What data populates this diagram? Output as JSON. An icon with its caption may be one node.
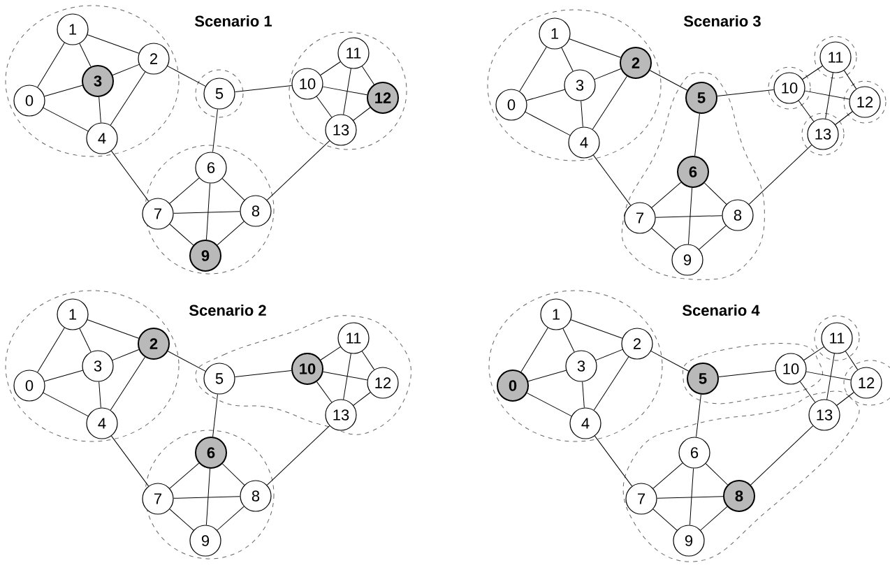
{
  "diagram": {
    "nodes": [
      {
        "text": [
          "0"
        ]
      },
      {
        "text": [
          "1"
        ]
      },
      {
        "text": [
          "2"
        ]
      },
      {
        "text": [
          "3"
        ]
      },
      {
        "text": [
          "4"
        ]
      },
      {
        "text": [
          "5"
        ]
      },
      {
        "text": [
          "6"
        ]
      },
      {
        "text": [
          "7"
        ]
      },
      {
        "text": [
          "8"
        ]
      },
      {
        "text": [
          "9"
        ]
      },
      {
        "text": [
          "10"
        ]
      },
      {
        "text": [
          "11"
        ]
      },
      {
        "text": [
          "12"
        ]
      },
      {
        "text": [
          "13"
        ]
      },
      {
        "text": [
          "0"
        ]
      },
      {
        "text": [
          "1"
        ]
      },
      {
        "text": [
          "2"
        ]
      },
      {
        "text": [
          "3"
        ]
      },
      {
        "text": [
          "4"
        ]
      },
      {
        "text": [
          "5"
        ]
      },
      {
        "text": [
          "6"
        ]
      },
      {
        "text": [
          "7"
        ]
      },
      {
        "text": [
          "8"
        ]
      },
      {
        "text": [
          "9"
        ]
      },
      {
        "text": [
          "10"
        ]
      },
      {
        "text": [
          "11"
        ]
      },
      {
        "text": [
          "12"
        ]
      },
      {
        "text": [
          "13"
        ]
      },
      {
        "text": [
          "0"
        ]
      },
      {
        "text": [
          "1"
        ]
      },
      {
        "text": [
          "2"
        ]
      },
      {
        "text": [
          "3"
        ]
      },
      {
        "text": [
          "4"
        ]
      },
      {
        "text": [
          "5"
        ]
      },
      {
        "text": [
          "6"
        ]
      },
      {
        "text": [
          "7"
        ]
      },
      {
        "text": [
          "8"
        ]
      },
      {
        "text": [
          "9"
        ]
      },
      {
        "text": [
          "10"
        ]
      },
      {
        "text": [
          "11"
        ]
      },
      {
        "text": [
          "12"
        ]
      },
      {
        "text": [
          "13"
        ]
      },
      {
        "text": [
          "0"
        ]
      },
      {
        "text": [
          "1"
        ]
      },
      {
        "text": [
          "2"
        ]
      },
      {
        "text": [
          "3"
        ]
      },
      {
        "text": [
          "4"
        ]
      },
      {
        "text": [
          "5"
        ]
      },
      {
        "text": [
          "6"
        ]
      },
      {
        "text": [
          "7"
        ]
      },
      {
        "text": [
          "8"
        ]
      },
      {
        "text": [
          "9"
        ]
      },
      {
        "text": [
          "10"
        ]
      },
      {
        "text": [
          "11"
        ]
      },
      {
        "text": [
          "12"
        ]
      },
      {
        "text": [
          "13"
        ]
      }
    ],
    "edges": [
      {
        "from": 0,
        "to": 1,
        "arrow": "none"
      },
      {
        "from": 0,
        "to": 3,
        "arrow": "none"
      },
      {
        "from": 0,
        "to": 4,
        "arrow": "none"
      },
      {
        "from": 1,
        "to": 3,
        "arrow": "none"
      },
      {
        "from": 1,
        "to": 2,
        "arrow": "none"
      },
      {
        "from": 2,
        "to": 3,
        "arrow": "none"
      },
      {
        "from": 2,
        "to": 4,
        "arrow": "none"
      },
      {
        "from": 3,
        "to": 4,
        "arrow": "none"
      },
      {
        "from": 2,
        "to": 5,
        "arrow": "none"
      },
      {
        "from": 4,
        "to": 7,
        "arrow": "none"
      },
      {
        "from": 5,
        "to": 6,
        "arrow": "none"
      },
      {
        "from": 5,
        "to": 10,
        "arrow": "none"
      },
      {
        "from": 6,
        "to": 7,
        "arrow": "none"
      },
      {
        "from": 6,
        "to": 8,
        "arrow": "none"
      },
      {
        "from": 6,
        "to": 9,
        "arrow": "none"
      },
      {
        "from": 7,
        "to": 8,
        "arrow": "none"
      },
      {
        "from": 7,
        "to": 9,
        "arrow": "none"
      },
      {
        "from": 8,
        "to": 9,
        "arrow": "none"
      },
      {
        "from": 8,
        "to": 13,
        "arrow": "none"
      },
      {
        "from": 10,
        "to": 11,
        "arrow": "none"
      },
      {
        "from": 10,
        "to": 12,
        "arrow": "none"
      },
      {
        "from": 10,
        "to": 13,
        "arrow": "none"
      },
      {
        "from": 11,
        "to": 12,
        "arrow": "none"
      },
      {
        "from": 11,
        "to": 13,
        "arrow": "none"
      },
      {
        "from": 12,
        "to": 13,
        "arrow": "none"
      },
      {
        "from": 14,
        "to": 15,
        "arrow": "none"
      },
      {
        "from": 14,
        "to": 17,
        "arrow": "none"
      },
      {
        "from": 14,
        "to": 18,
        "arrow": "none"
      },
      {
        "from": 15,
        "to": 17,
        "arrow": "none"
      },
      {
        "from": 15,
        "to": 16,
        "arrow": "none"
      },
      {
        "from": 16,
        "to": 17,
        "arrow": "none"
      },
      {
        "from": 16,
        "to": 18,
        "arrow": "none"
      },
      {
        "from": 17,
        "to": 18,
        "arrow": "none"
      },
      {
        "from": 16,
        "to": 19,
        "arrow": "none"
      },
      {
        "from": 18,
        "to": 21,
        "arrow": "none"
      },
      {
        "from": 19,
        "to": 20,
        "arrow": "none"
      },
      {
        "from": 19,
        "to": 24,
        "arrow": "none"
      },
      {
        "from": 20,
        "to": 21,
        "arrow": "none"
      },
      {
        "from": 20,
        "to": 22,
        "arrow": "none"
      },
      {
        "from": 20,
        "to": 23,
        "arrow": "none"
      },
      {
        "from": 21,
        "to": 22,
        "arrow": "none"
      },
      {
        "from": 21,
        "to": 23,
        "arrow": "none"
      },
      {
        "from": 22,
        "to": 23,
        "arrow": "none"
      },
      {
        "from": 22,
        "to": 27,
        "arrow": "none"
      },
      {
        "from": 24,
        "to": 25,
        "arrow": "none"
      },
      {
        "from": 24,
        "to": 26,
        "arrow": "none"
      },
      {
        "from": 24,
        "to": 27,
        "arrow": "none"
      },
      {
        "from": 25,
        "to": 26,
        "arrow": "none"
      },
      {
        "from": 25,
        "to": 27,
        "arrow": "none"
      },
      {
        "from": 26,
        "to": 27,
        "arrow": "none"
      },
      {
        "from": 28,
        "to": 29,
        "arrow": "none"
      },
      {
        "from": 28,
        "to": 31,
        "arrow": "none"
      },
      {
        "from": 28,
        "to": 32,
        "arrow": "none"
      },
      {
        "from": 29,
        "to": 31,
        "arrow": "none"
      },
      {
        "from": 29,
        "to": 30,
        "arrow": "none"
      },
      {
        "from": 30,
        "to": 31,
        "arrow": "none"
      },
      {
        "from": 30,
        "to": 32,
        "arrow": "none"
      },
      {
        "from": 31,
        "to": 32,
        "arrow": "none"
      },
      {
        "from": 30,
        "to": 33,
        "arrow": "none"
      },
      {
        "from": 32,
        "to": 35,
        "arrow": "none"
      },
      {
        "from": 33,
        "to": 34,
        "arrow": "none"
      },
      {
        "from": 33,
        "to": 38,
        "arrow": "none"
      },
      {
        "from": 34,
        "to": 35,
        "arrow": "none"
      },
      {
        "from": 34,
        "to": 36,
        "arrow": "none"
      },
      {
        "from": 34,
        "to": 37,
        "arrow": "none"
      },
      {
        "from": 35,
        "to": 36,
        "arrow": "none"
      },
      {
        "from": 35,
        "to": 37,
        "arrow": "none"
      },
      {
        "from": 36,
        "to": 37,
        "arrow": "none"
      },
      {
        "from": 36,
        "to": 41,
        "arrow": "none"
      },
      {
        "from": 38,
        "to": 39,
        "arrow": "none"
      },
      {
        "from": 38,
        "to": 40,
        "arrow": "none"
      },
      {
        "from": 38,
        "to": 41,
        "arrow": "none"
      },
      {
        "from": 39,
        "to": 40,
        "arrow": "none"
      },
      {
        "from": 39,
        "to": 41,
        "arrow": "none"
      },
      {
        "from": 40,
        "to": 41,
        "arrow": "none"
      },
      {
        "from": 42,
        "to": 43,
        "arrow": "none"
      },
      {
        "from": 42,
        "to": 45,
        "arrow": "none"
      },
      {
        "from": 42,
        "to": 46,
        "arrow": "none"
      },
      {
        "from": 43,
        "to": 45,
        "arrow": "none"
      },
      {
        "from": 43,
        "to": 44,
        "arrow": "none"
      },
      {
        "from": 44,
        "to": 45,
        "arrow": "none"
      },
      {
        "from": 44,
        "to": 46,
        "arrow": "none"
      },
      {
        "from": 45,
        "to": 46,
        "arrow": "none"
      },
      {
        "from": 44,
        "to": 47,
        "arrow": "none"
      },
      {
        "from": 46,
        "to": 49,
        "arrow": "none"
      },
      {
        "from": 47,
        "to": 48,
        "arrow": "none"
      },
      {
        "from": 47,
        "to": 52,
        "arrow": "none"
      },
      {
        "from": 48,
        "to": 49,
        "arrow": "none"
      },
      {
        "from": 48,
        "to": 50,
        "arrow": "none"
      },
      {
        "from": 48,
        "to": 51,
        "arrow": "none"
      },
      {
        "from": 49,
        "to": 50,
        "arrow": "none"
      },
      {
        "from": 49,
        "to": 51,
        "arrow": "none"
      },
      {
        "from": 50,
        "to": 51,
        "arrow": "none"
      },
      {
        "from": 50,
        "to": 55,
        "arrow": "none"
      },
      {
        "from": 52,
        "to": 53,
        "arrow": "none"
      },
      {
        "from": 52,
        "to": 54,
        "arrow": "none"
      },
      {
        "from": 52,
        "to": 55,
        "arrow": "none"
      },
      {
        "from": 53,
        "to": 54,
        "arrow": "none"
      },
      {
        "from": 53,
        "to": 55,
        "arrow": "none"
      },
      {
        "from": 54,
        "to": 55,
        "arrow": "none"
      }
    ],
    "labels": [
      "Scenario 1",
      "Scenario 3",
      "Scenario 2",
      "Scenario 4"
    ]
  }
}
